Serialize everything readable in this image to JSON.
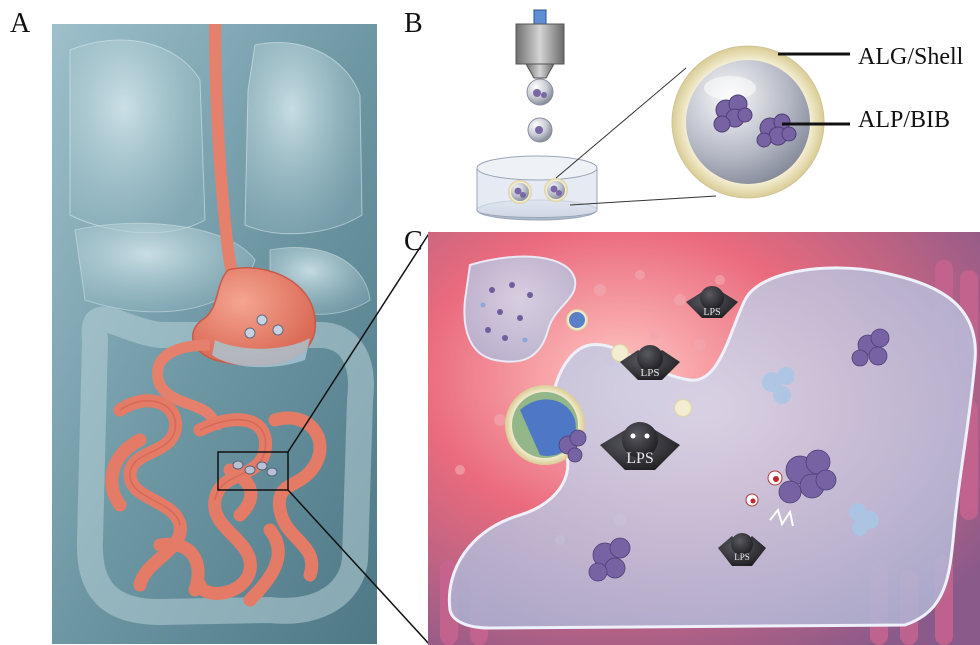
{
  "panels": {
    "a": "A",
    "b": "B",
    "c": "C"
  },
  "labels": {
    "shell": "ALG/Shell",
    "core": "ALP/BIB"
  },
  "bacteria_label": "LPS",
  "colors": {
    "anatomy_bg": "#6f99a6",
    "intestine": "#e8806c",
    "villi": "#d9587a",
    "capsule_shell": "#efe8c6",
    "enzyme": "#7b6aa0",
    "bacteria": "#2a2a2e"
  }
}
